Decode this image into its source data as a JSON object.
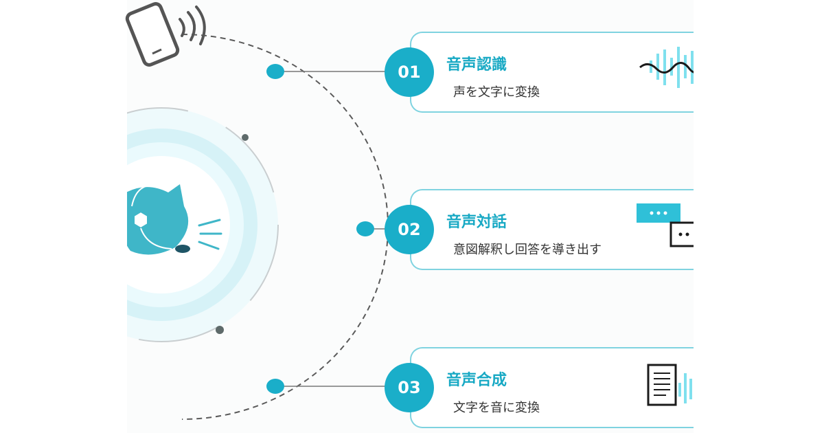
{
  "colors": {
    "accent": "#1aaec9",
    "card_border": "#7fd3e0",
    "title_text": "#18a9c4",
    "body_text": "#333333",
    "ring_light": "#d6f2f7",
    "ring_pale": "#eefafc",
    "cat_body": "#3fb6c8",
    "dashed_arc": "#5a5a5a",
    "node_gray": "#5e6a6a"
  },
  "icons": {
    "phone": "smartphone-signal-icon",
    "center": "cat-headset-icon",
    "step1": "sound-wave-icon",
    "step2": "chat-bubbles-icon",
    "step3": "document-audio-icon"
  },
  "steps": [
    {
      "number": "01",
      "title": "音声認識",
      "desc": "声を文字に変換"
    },
    {
      "number": "02",
      "title": "音声対話",
      "desc": "意図解釈し回答を導き出す"
    },
    {
      "number": "03",
      "title": "音声合成",
      "desc": "文字を音に変換"
    }
  ]
}
